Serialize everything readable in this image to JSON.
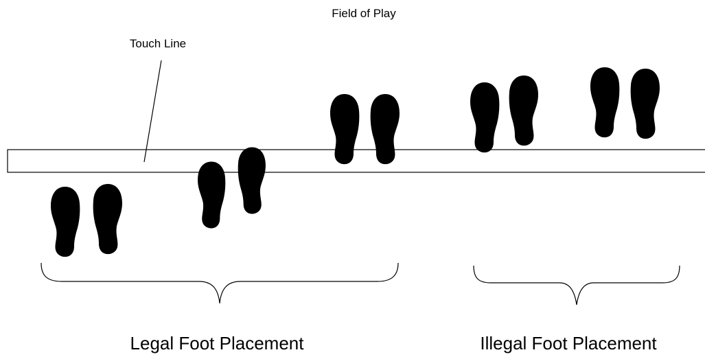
{
  "labels": {
    "field_of_play": "Field of Play",
    "touch_line": "Touch Line",
    "legal": "Legal Foot Placement",
    "illegal": "Illegal Foot Placement"
  },
  "colors": {
    "ink": "#000000",
    "background": "#ffffff"
  },
  "icons": [
    "footprint-icon",
    "brace-icon"
  ]
}
